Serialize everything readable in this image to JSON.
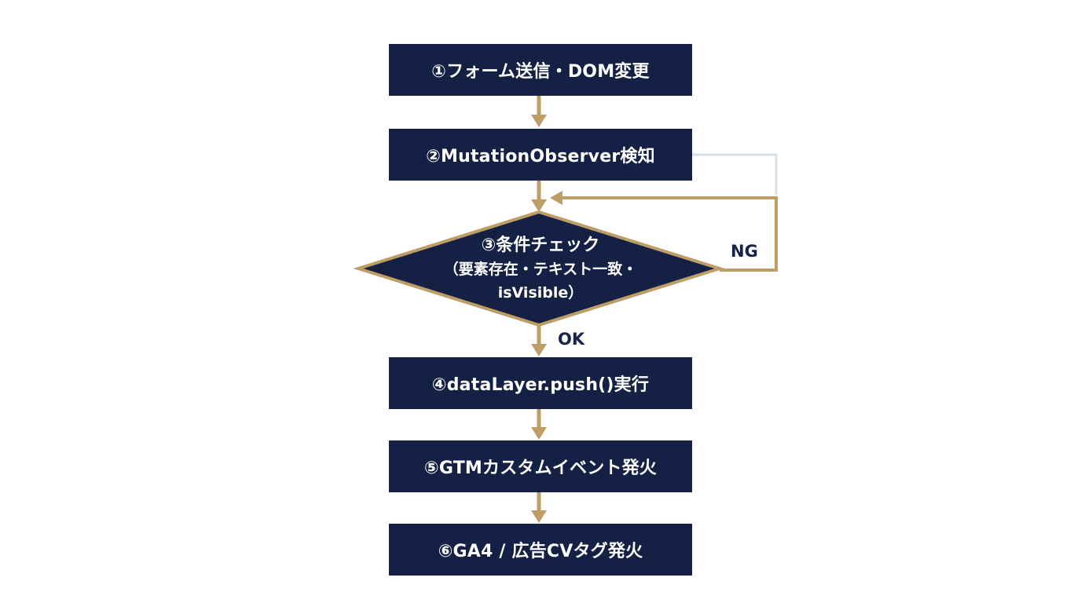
{
  "colors": {
    "node_fill": "#152144",
    "arrow": "#BE9E67",
    "loop_line": "#D9DFE7",
    "label_text": "#172348"
  },
  "nodes": {
    "step1": "①フォーム送信・DOM変更",
    "step2": "②MutationObserver検知",
    "step3_line1": "③条件チェック",
    "step3_line2": "（要素存在・テキスト一致・",
    "step3_line3": "isVisible）",
    "step4": "④dataLayer.push()実行",
    "step5": "⑤GTMカスタムイベント発火",
    "step6": "⑥GA4 / 広告CVタグ発火"
  },
  "edges": {
    "ng_label": "NG",
    "ok_label": "OK"
  }
}
